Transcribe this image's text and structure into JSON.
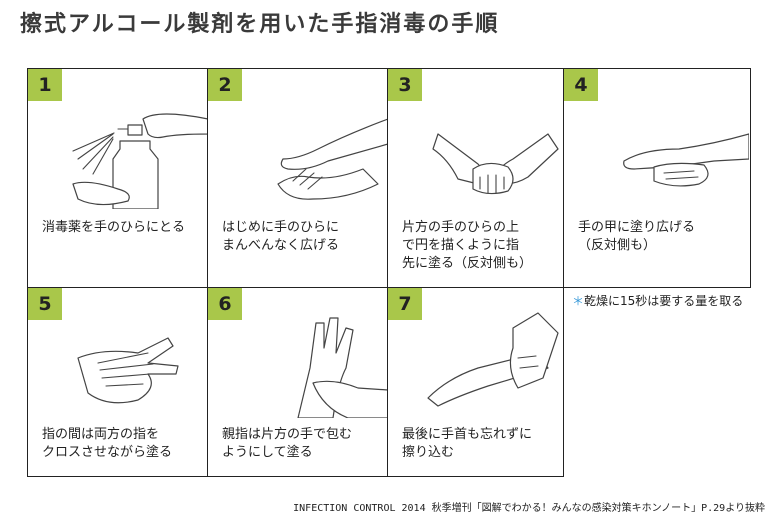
{
  "title": "擦式アルコール製剤を用いた手指消毒の手順",
  "steps": [
    {
      "number": "1",
      "caption": "消毒薬を手のひらにとる",
      "icon": "pump-dispenser-hand-icon"
    },
    {
      "number": "2",
      "caption": "はじめに手のひらに\nまんべんなく広げる",
      "icon": "palms-rubbing-icon"
    },
    {
      "number": "3",
      "caption": "片方の手のひらの上\nで円を描くように指\n先に塗る（反対側も）",
      "icon": "fingertips-circle-icon"
    },
    {
      "number": "4",
      "caption": "手の甲に塗り広げる\n（反対側も）",
      "icon": "back-of-hand-icon"
    },
    {
      "number": "5",
      "caption": "指の間は両方の指を\nクロスさせながら塗る",
      "icon": "fingers-crossed-icon"
    },
    {
      "number": "6",
      "caption": "親指は片方の手で包む\nようにして塗る",
      "icon": "thumb-wrap-icon"
    },
    {
      "number": "7",
      "caption": "最後に手首も忘れずに\n擦り込む",
      "icon": "wrist-rub-icon"
    }
  ],
  "note": {
    "asterisk": "＊",
    "text": "乾燥に15秒は要する量を取る"
  },
  "source": "INFECTION CONTROL 2014 秋季増刊「図解でわかる！みんなの感染対策キホンノート」P.29より抜粋",
  "colors": {
    "number_badge": "#a9c74a",
    "asterisk": "#3a9ad9",
    "border": "#222222"
  }
}
